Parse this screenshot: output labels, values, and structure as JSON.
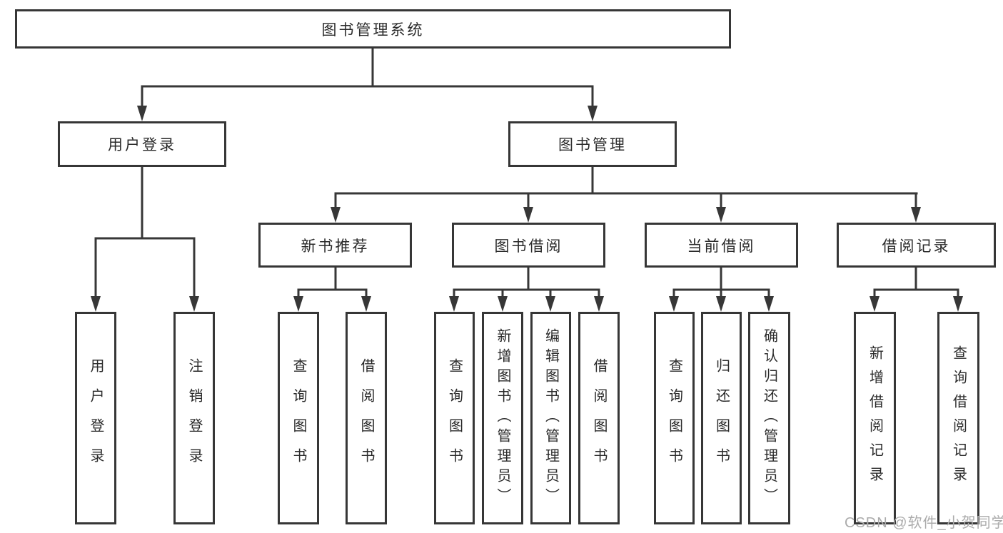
{
  "tree": {
    "root": {
      "label": "图书管理系统"
    },
    "level2": [
      {
        "label": "用户登录"
      },
      {
        "label": "图书管理"
      }
    ],
    "level3": [
      {
        "label": "新书推荐"
      },
      {
        "label": "图书借阅"
      },
      {
        "label": "当前借阅"
      },
      {
        "label": "借阅记录"
      }
    ],
    "leaves": [
      {
        "label": "用户登录"
      },
      {
        "label": "注销登录"
      },
      {
        "label": "查询图书"
      },
      {
        "label": "借阅图书"
      },
      {
        "label": "查询图书"
      },
      {
        "label": "新增图书（管理员）"
      },
      {
        "label": "编辑图书（管理员）"
      },
      {
        "label": "借阅图书"
      },
      {
        "label": "查询图书"
      },
      {
        "label": "归还图书"
      },
      {
        "label": "确认归还（管理员）"
      },
      {
        "label": "新增借阅记录"
      },
      {
        "label": "查询借阅记录"
      }
    ]
  },
  "watermark": {
    "text": "CSDN @软件_小贺同学"
  },
  "colors": {
    "line": "#373737",
    "box_border": "#363636",
    "text": "#2a2a2a",
    "background": "#ffffff",
    "watermark": "#ababab"
  }
}
